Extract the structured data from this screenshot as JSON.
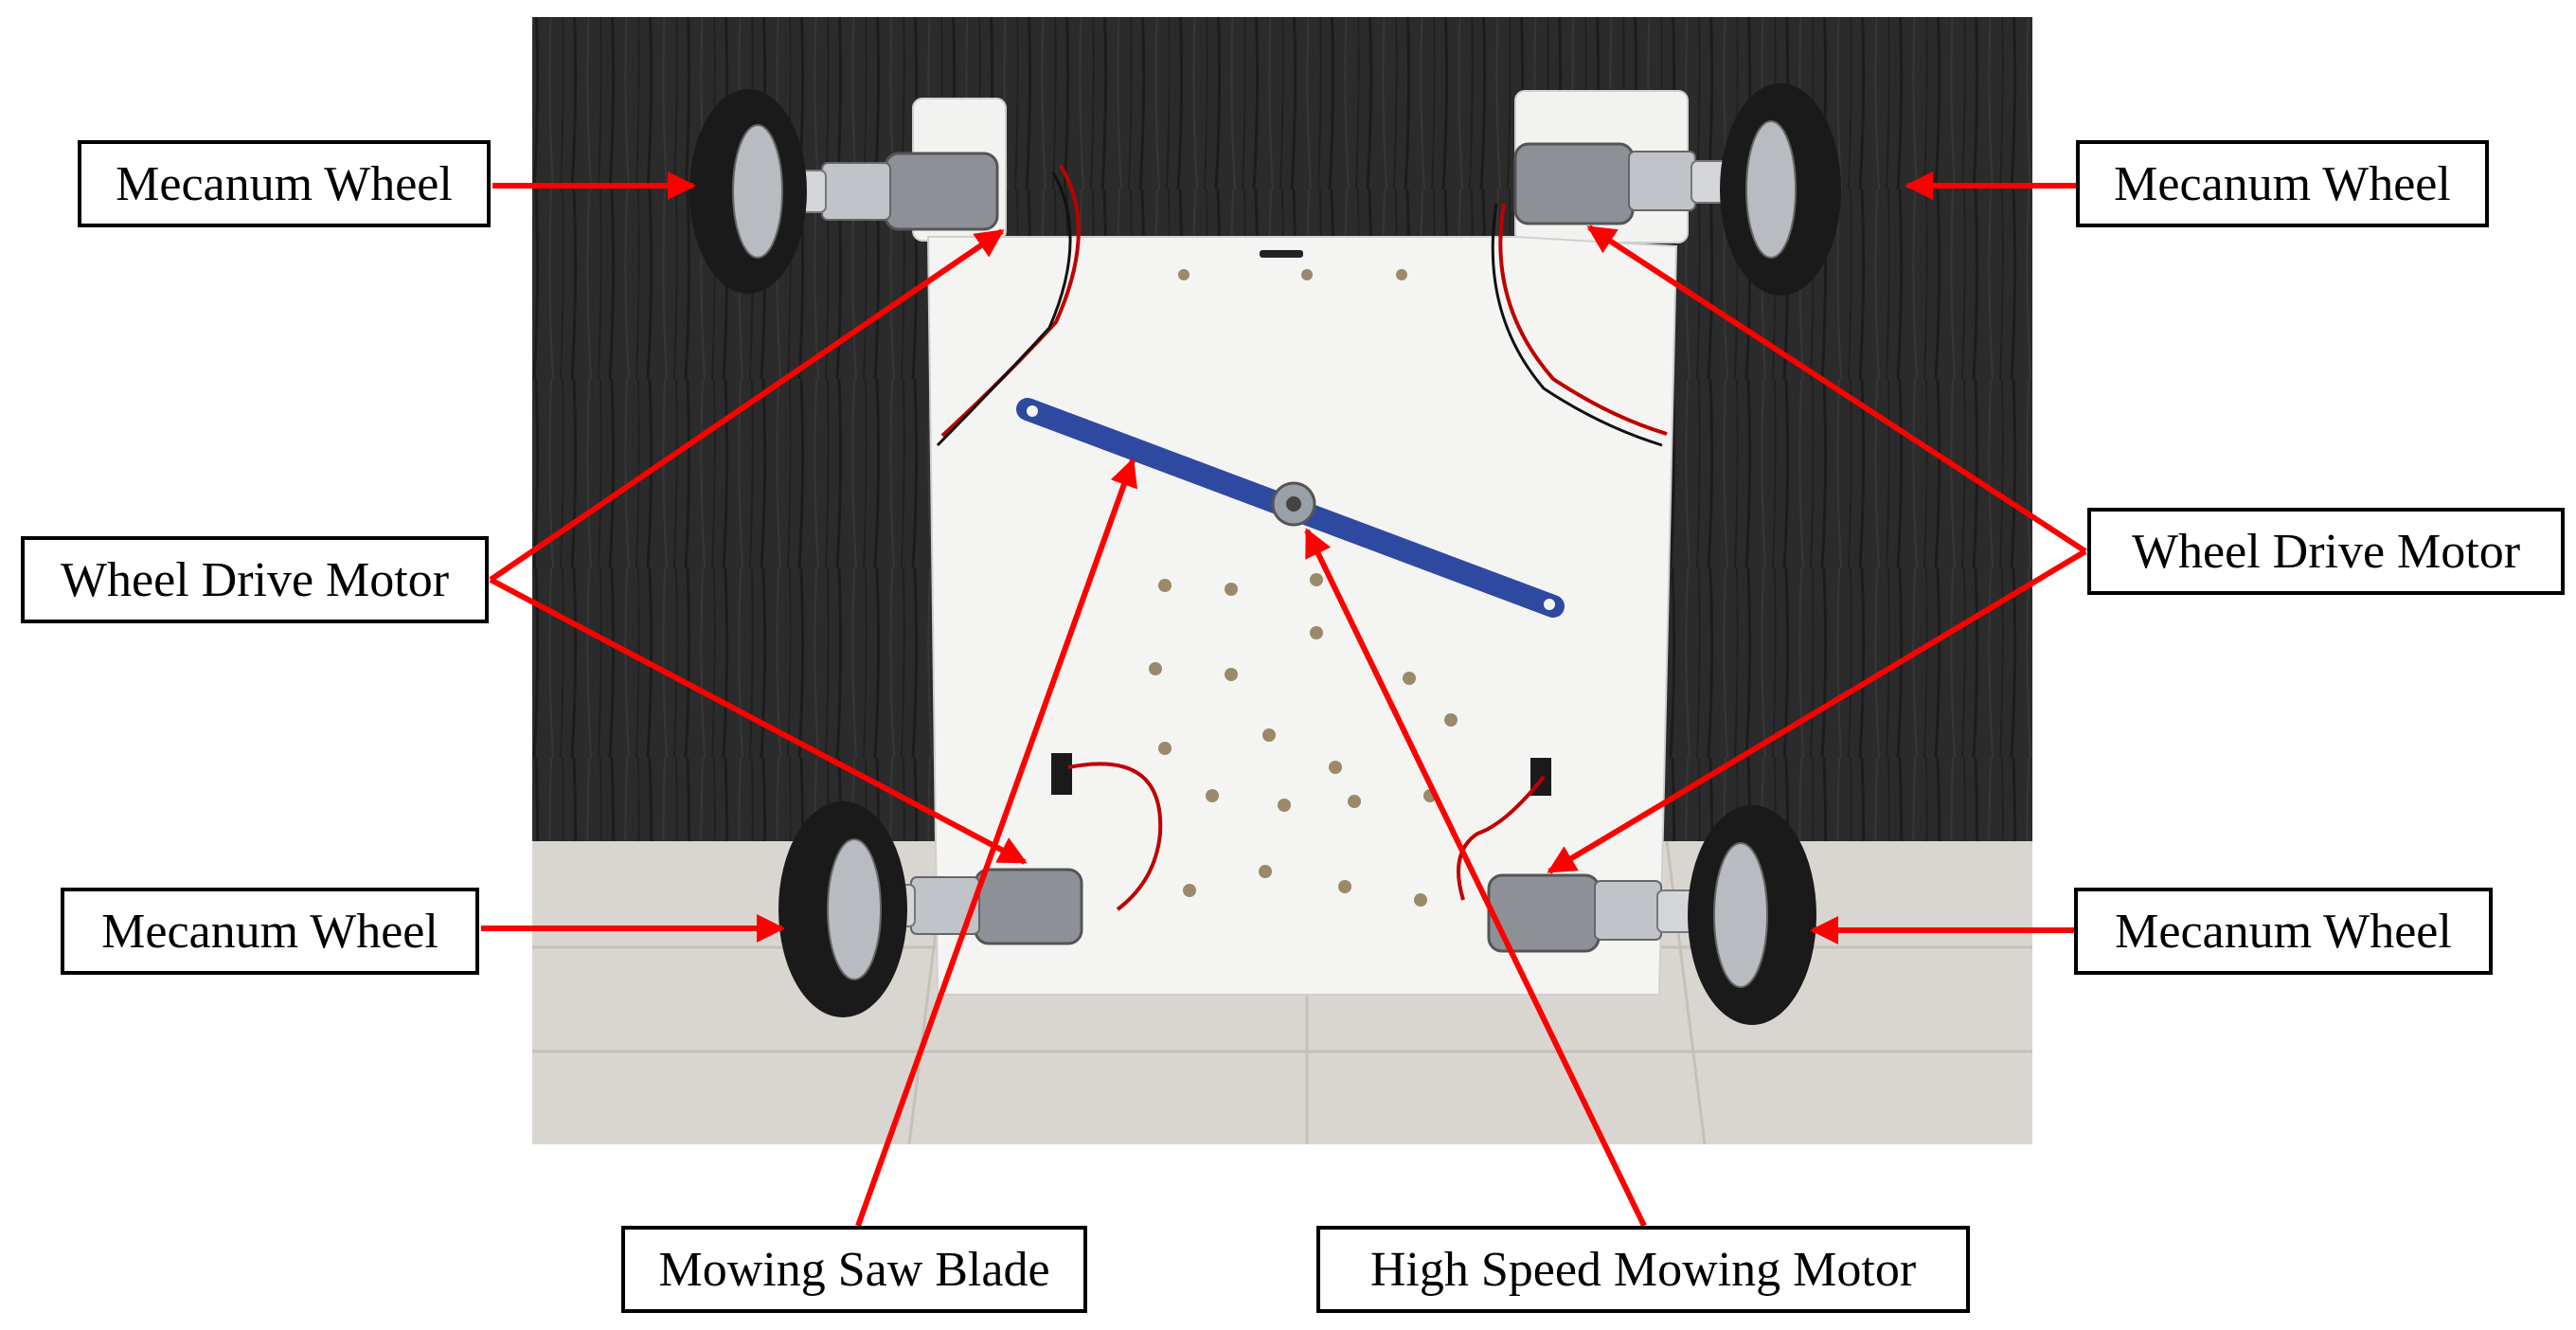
{
  "labels": {
    "mecanum_wheel_top_left": "Mecanum Wheel",
    "mecanum_wheel_top_right": "Mecanum Wheel",
    "mecanum_wheel_bottom_left": "Mecanum Wheel",
    "mecanum_wheel_bottom_right": "Mecanum Wheel",
    "wheel_drive_motor_left": "Wheel Drive Motor",
    "wheel_drive_motor_right": "Wheel Drive Motor",
    "mowing_saw_blade": "Mowing Saw Blade",
    "high_speed_mowing_motor": "High Speed Mowing Motor"
  },
  "colors": {
    "arrow": "#ff0000",
    "label_border": "#000000",
    "label_background": "#ffffff",
    "wall": "#2a2a2a",
    "floor": "#d9d6d1",
    "chassis_plate": "#f4f4f2",
    "saw_blade": "#2e4aa0",
    "motor_body": "#8d9097",
    "wheel_roller": "#1a1a1a"
  }
}
